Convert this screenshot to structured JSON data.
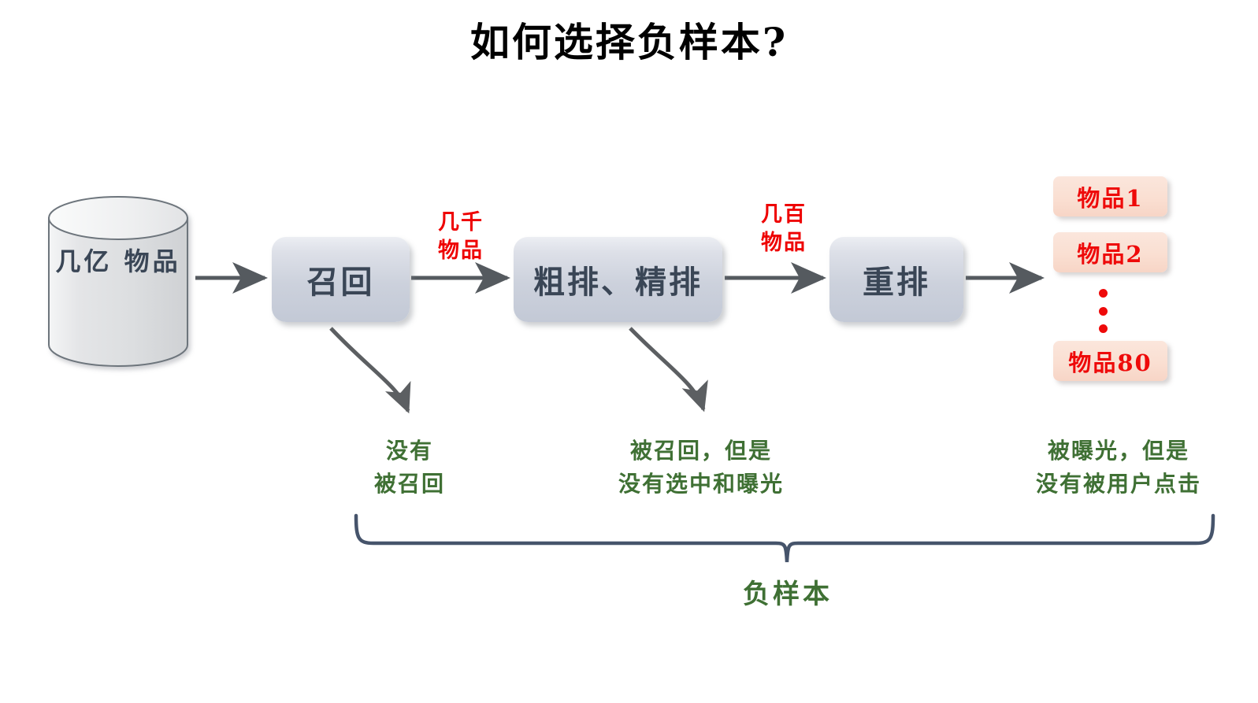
{
  "title": "如何选择负样本?",
  "colors": {
    "background": "#ffffff",
    "box_fill": "#ccd1dc",
    "box_text": "#3a4656",
    "arrow": "#555555",
    "count_text": "#ee0000",
    "item_fill": "#fadfd2",
    "item_text": "#ee0a0a",
    "note_text": "#3f7034",
    "brace": "#46546b"
  },
  "source": {
    "shape": "cylinder",
    "label": "几亿\n物品"
  },
  "stages": [
    {
      "id": "recall",
      "label": "召回"
    },
    {
      "id": "rank",
      "label": "粗排、精排"
    },
    {
      "id": "rerank",
      "label": "重排"
    }
  ],
  "flow_counts": [
    {
      "id": "after-recall",
      "label": "几千\n物品"
    },
    {
      "id": "after-rank",
      "label": "几百\n物品"
    }
  ],
  "results": {
    "items": [
      {
        "label": "物品1"
      },
      {
        "label": "物品2"
      },
      {
        "label": "物品80"
      }
    ],
    "ellipsis_dots": 3
  },
  "notes": [
    {
      "id": "not-recalled",
      "label": "没有\n被召回"
    },
    {
      "id": "recalled-not-exposed",
      "label": "被召回，但是\n没有选中和曝光"
    },
    {
      "id": "exposed-not-clicked",
      "label": "被曝光，但是\n没有被用户点击"
    }
  ],
  "brace": {
    "label": "负样本"
  }
}
